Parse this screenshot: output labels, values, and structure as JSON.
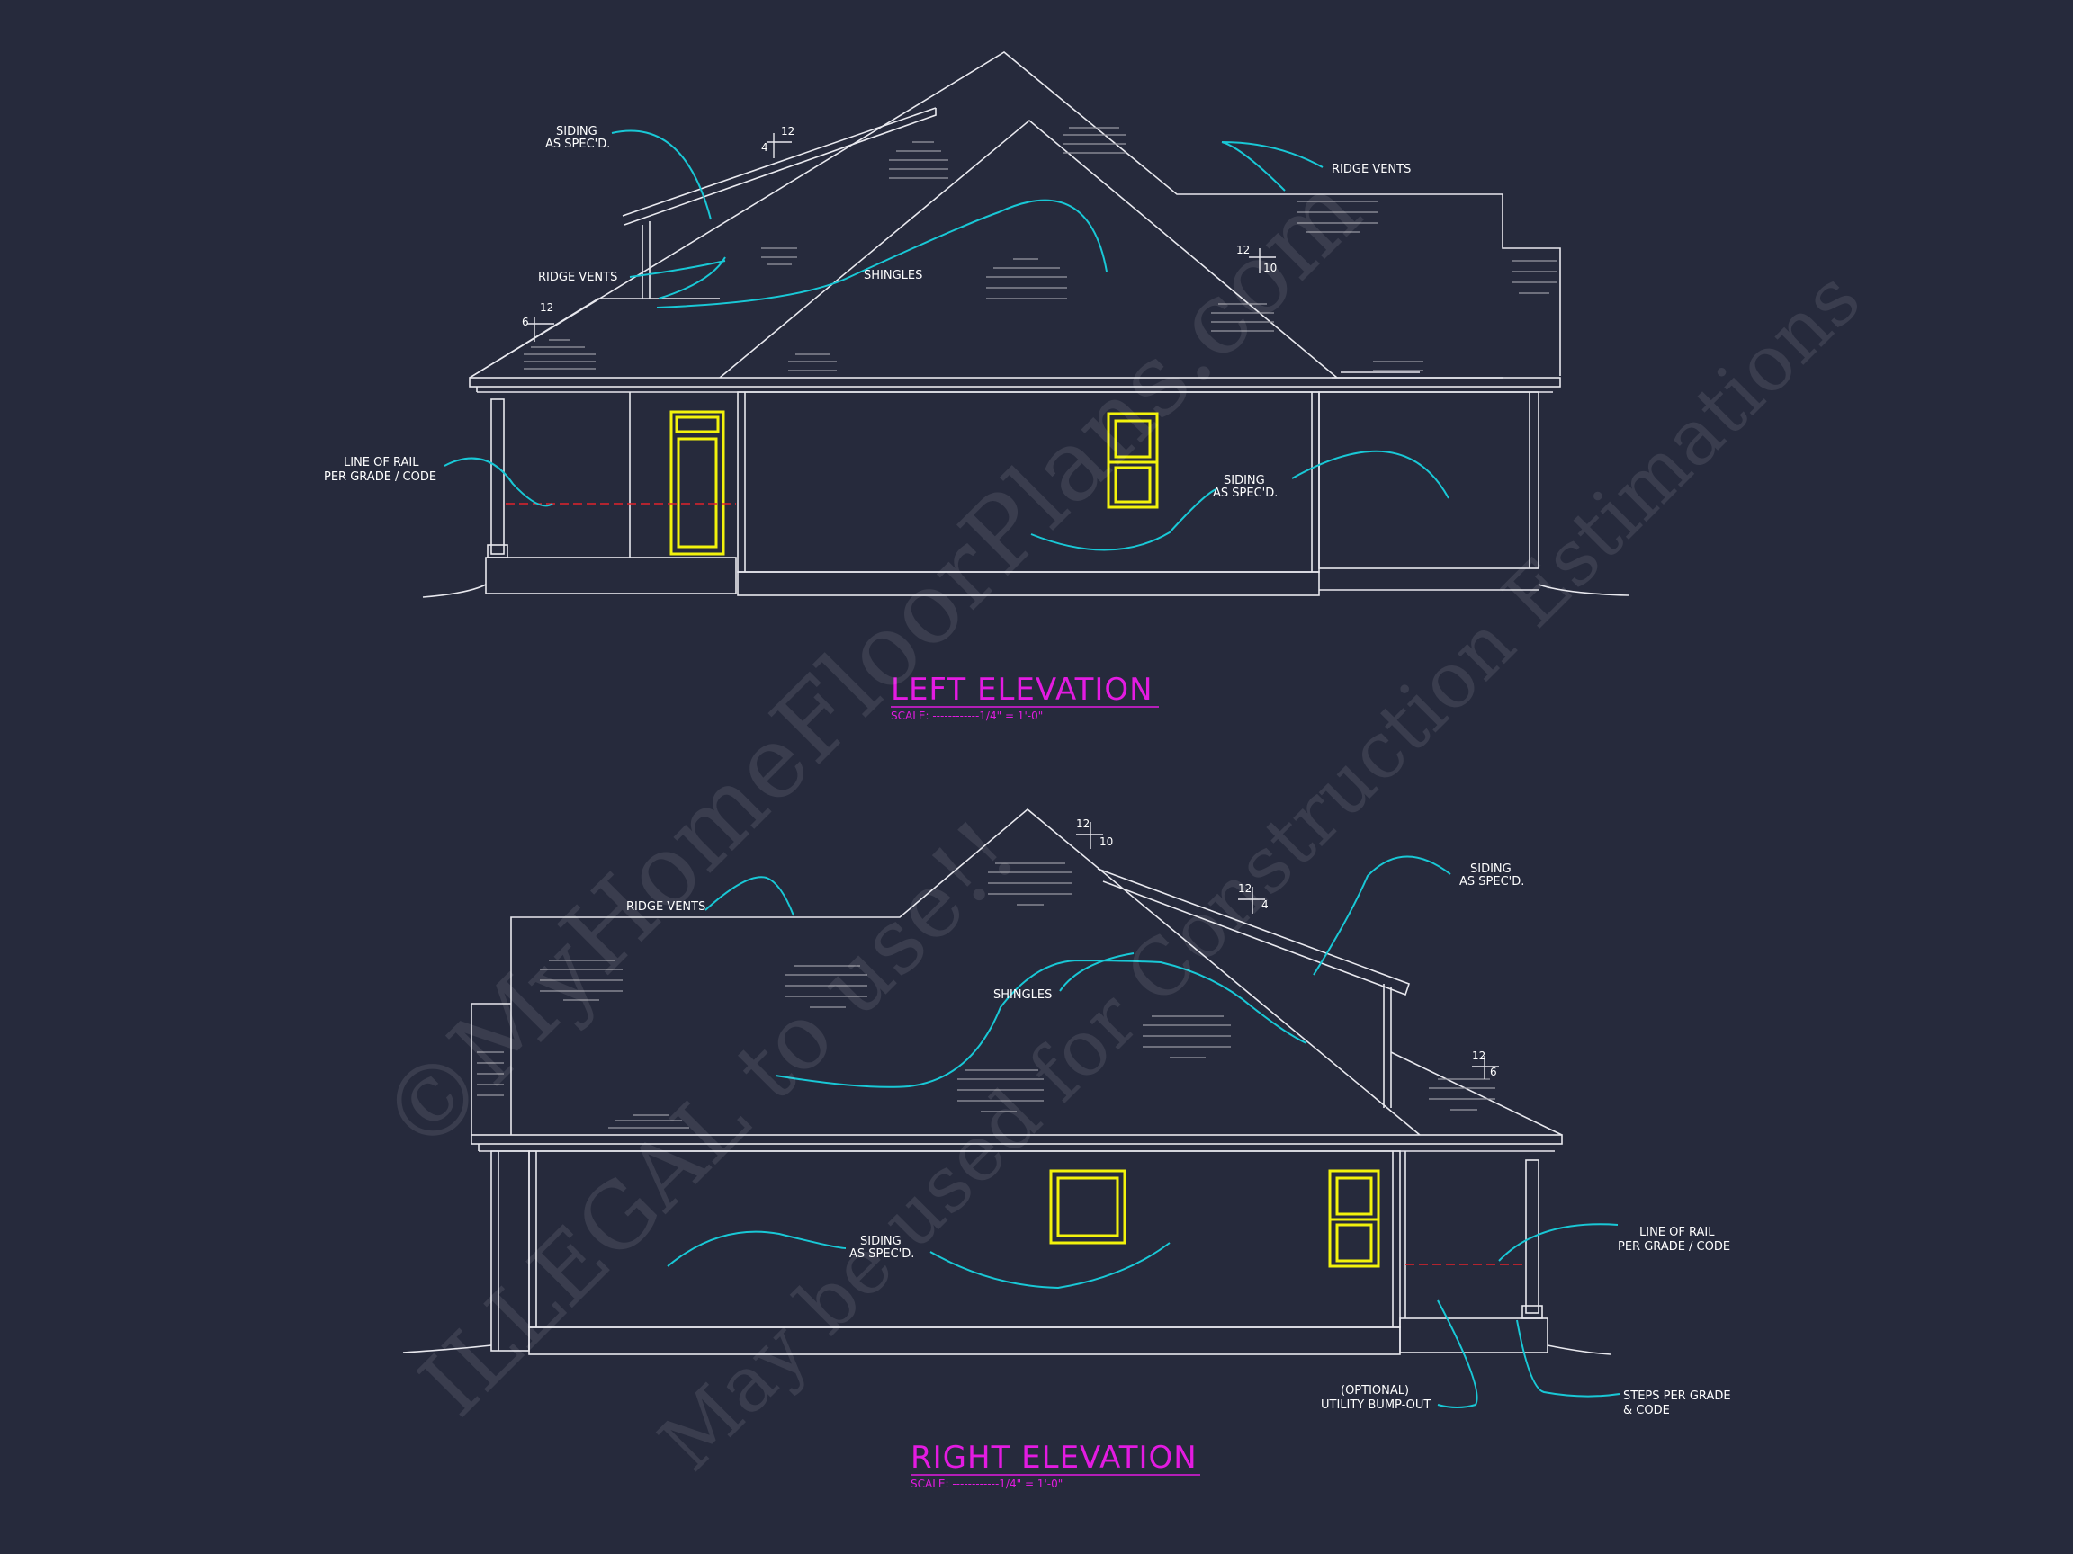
{
  "colors": {
    "background": "#262a3c",
    "lines": "#e8e8ee",
    "leaders": "#19c8d6",
    "windows": "#f2f20c",
    "titles": "#e31be1",
    "rail": "#e0222b",
    "shingles": "#9a9aa4"
  },
  "watermark": {
    "line1": "©MyHomeFloorPlans.com",
    "line2": "ILLEGAL to use!!",
    "line3": "May be used for Construction Estimations"
  },
  "left": {
    "title": "LEFT ELEVATION",
    "scale": "SCALE: ------------1/4\" = 1'-0\"",
    "labels": {
      "siding_top": [
        "SIDING",
        "AS SPEC'D."
      ],
      "ridge_vents_left": "RIDGE VENTS",
      "ridge_vents_right": "RIDGE VENTS",
      "shingles": "SHINGLES",
      "rail": [
        "LINE OF RAIL",
        "PER GRADE / CODE"
      ],
      "siding_mid": [
        "SIDING",
        "AS SPEC'D."
      ]
    },
    "pitches": {
      "p1_rise": "4",
      "p1_run": "12",
      "p2_rise": "6",
      "p2_run": "12",
      "p3_rise": "10",
      "p3_run": "12"
    }
  },
  "right": {
    "title": "RIGHT ELEVATION",
    "scale": "SCALE: ------------1/4\" = 1'-0\"",
    "labels": {
      "ridge_vents": "RIDGE VENTS",
      "siding_top": [
        "SIDING",
        "AS SPEC'D."
      ],
      "shingles": "SHINGLES",
      "siding_mid": [
        "SIDING",
        "AS SPEC'D."
      ],
      "rail": [
        "LINE OF RAIL",
        "PER GRADE / CODE"
      ],
      "bumpout": [
        "(OPTIONAL)",
        "UTILITY BUMP-OUT"
      ],
      "steps": [
        "STEPS PER GRADE",
        "& CODE"
      ]
    },
    "pitches": {
      "p1_rise": "10",
      "p1_run": "12",
      "p2_rise": "4",
      "p2_run": "12",
      "p3_rise": "6",
      "p3_run": "12"
    }
  }
}
